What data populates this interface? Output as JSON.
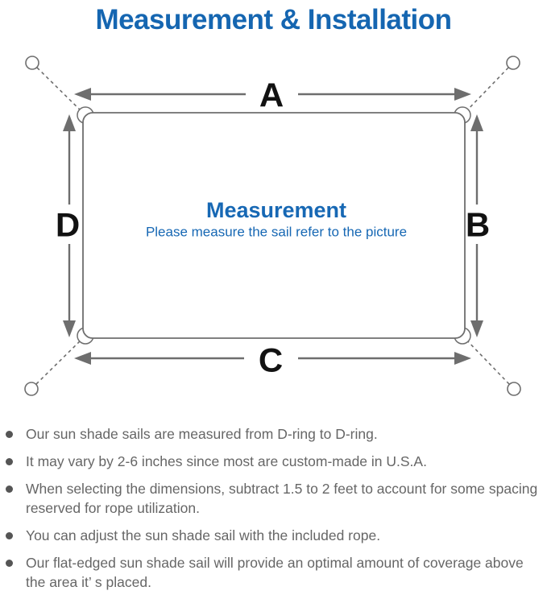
{
  "page": {
    "title": "Measurement & Installation"
  },
  "diagram": {
    "center_title": "Measurement",
    "center_subtitle": "Please measure the sail refer to the picture",
    "dimension_labels": {
      "top": "A",
      "right": "B",
      "bottom": "C",
      "left": "D"
    }
  },
  "notes": [
    {
      "text": "Our sun shade sails are measured from D-ring to D-ring."
    },
    {
      "text": "It may vary by 2-6 inches since most are custom-made in U.S.A."
    },
    {
      "text": "When selecting the dimensions, subtract 1.5 to 2 feet to account for some spacing\nreserved for rope utilization."
    },
    {
      "text": "You can adjust the sun shade sail with the included rope."
    },
    {
      "text": "Our flat-edged sun shade sail will provide an optimal amount of coverage above\nthe area it’ s placed."
    }
  ],
  "colors": {
    "accent_blue": "#1566b1",
    "diagram_blue": "#1768b4",
    "line_gray": "#6e6e6e",
    "text_gray": "#666666",
    "label_black": "#121212"
  }
}
